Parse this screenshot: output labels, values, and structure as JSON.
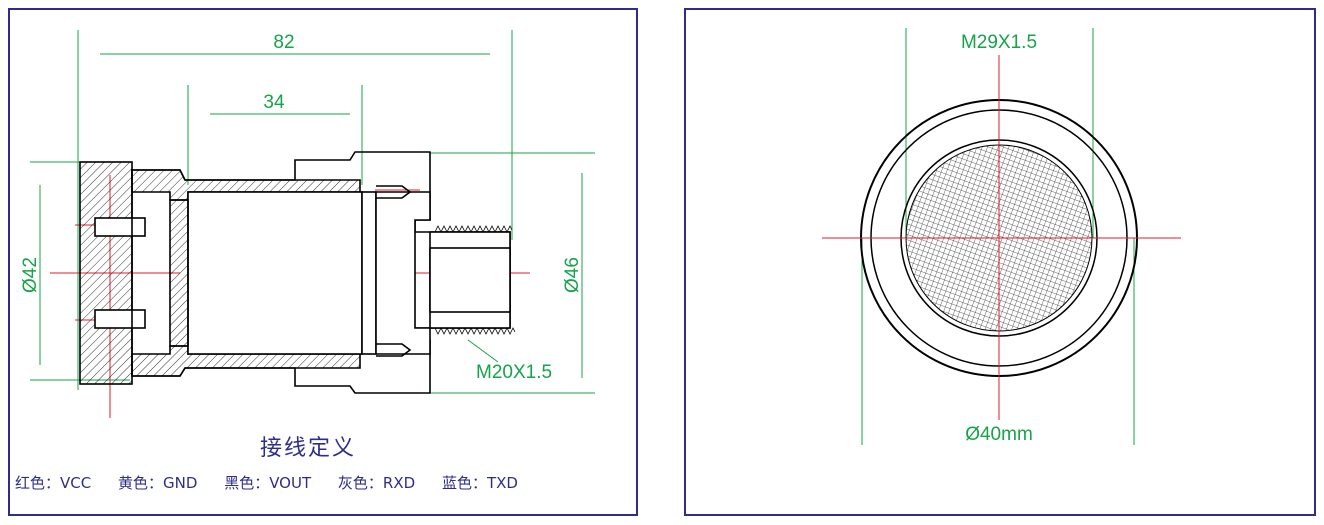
{
  "left": {
    "dim_length_total": "82",
    "dim_length_inner": "34",
    "dim_dia_left": "Ø42",
    "dim_dia_right": "Ø46",
    "thread_label": "M20X1.5",
    "wiring_title": "接线定义",
    "wiring": [
      "红色：VCC",
      "黄色：GND",
      "黑色：VOUT",
      "灰色：RXD",
      "蓝色：TXD"
    ]
  },
  "right": {
    "thread_label": "M29X1.5",
    "diameter_label": "Ø40mm"
  },
  "colors": {
    "border": "#2e2e8a",
    "dimension": "#16a34a",
    "centerline": "#e11d2e",
    "outline": "#000000"
  }
}
